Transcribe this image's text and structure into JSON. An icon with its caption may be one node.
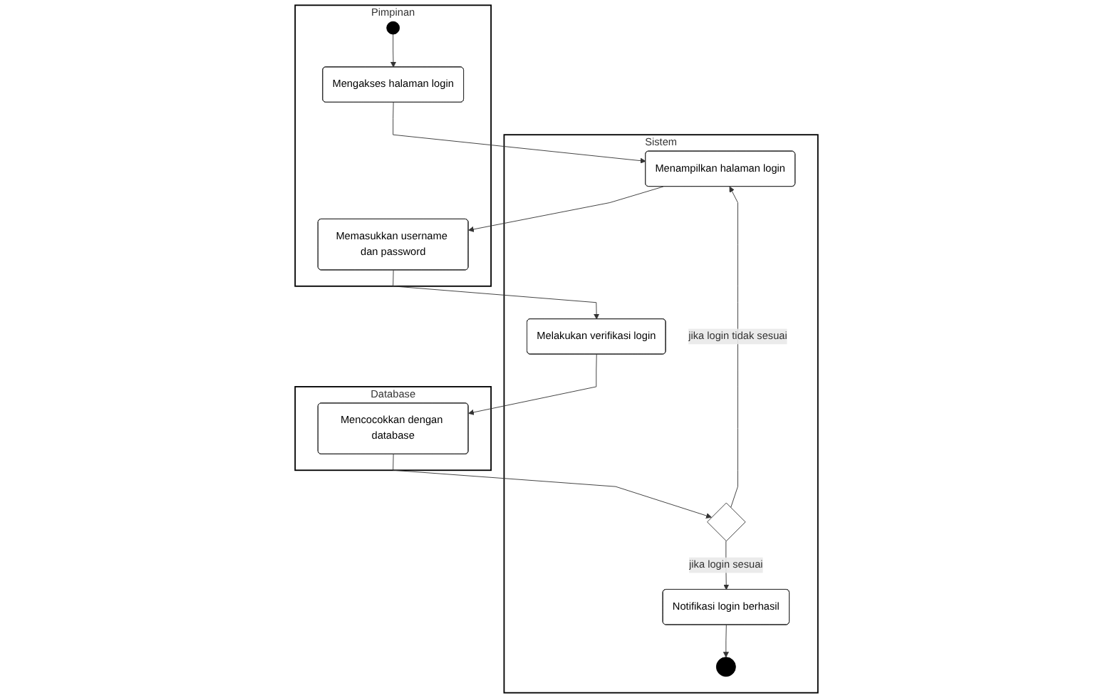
{
  "diagram": {
    "nodes": [
      {
        "text": [
          "Pimpinan"
        ]
      },
      {
        "text": [
          "Sistem"
        ]
      },
      {
        "text": [
          "Database"
        ]
      },
      {
        "text": [],
        "shape": "circle",
        "in": 0
      },
      {
        "text": [
          "Mengakses halaman login"
        ],
        "in": 0
      },
      {
        "text": [
          "Memasukkan username dan password"
        ],
        "in": 0
      },
      {
        "text": [
          "Menampilkan halaman login"
        ],
        "in": 1
      },
      {
        "text": [
          "Melakukan verifikasi login"
        ],
        "in": 1
      },
      {
        "text": [],
        "shape": "diamond",
        "in": 1
      },
      {
        "text": [
          "Notifikasi login berhasil"
        ],
        "in": 1
      },
      {
        "text": [],
        "shape": "circle",
        "in": 1
      },
      {
        "text": [
          "Mencocokkan dengan database"
        ],
        "in": 2
      }
    ],
    "edges": [
      {
        "from": 3,
        "to": 4,
        "arrow": "to"
      },
      {
        "from": 4,
        "to": 6,
        "arrow": "to"
      },
      {
        "from": 6,
        "to": 5,
        "arrow": "to"
      },
      {
        "from": 5,
        "to": 7,
        "arrow": "to"
      },
      {
        "from": 7,
        "to": 11,
        "arrow": "to"
      },
      {
        "from": 11,
        "to": 8,
        "arrow": "to"
      },
      {
        "from": 8,
        "to": 6,
        "arrow": "to",
        "label": "jika login tidak sesuai"
      },
      {
        "from": 8,
        "to": 9,
        "arrow": "to",
        "label": "jika login sesuai"
      },
      {
        "from": 9,
        "to": 10,
        "arrow": "to"
      }
    ]
  }
}
